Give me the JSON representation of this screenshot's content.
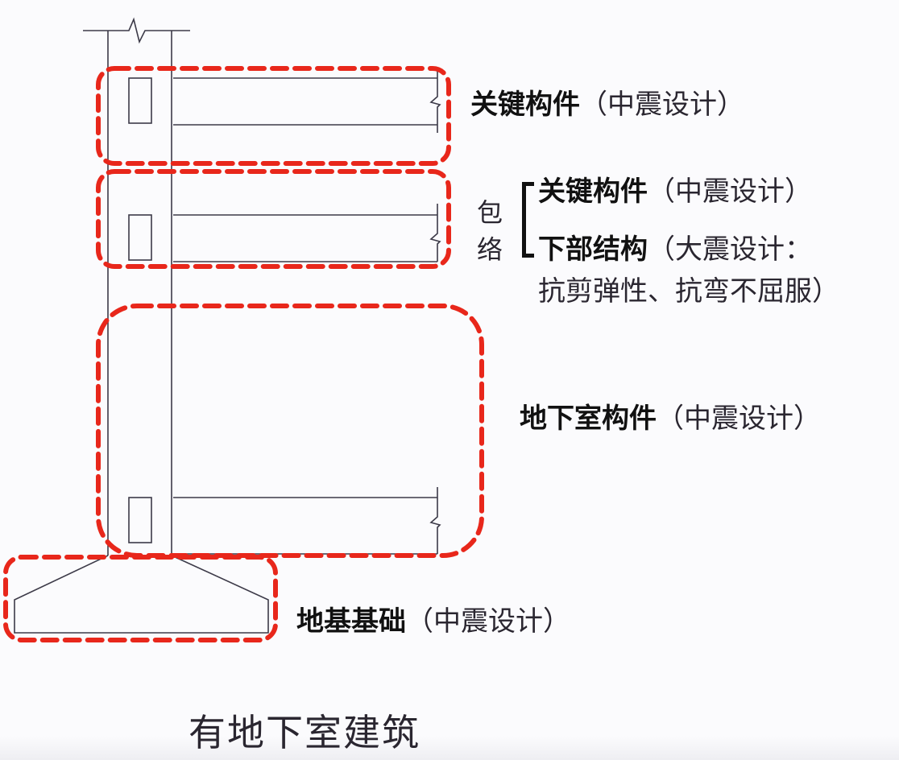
{
  "colors": {
    "background": "#fbfbfd",
    "outline": "#e8271b",
    "line": "#3c3a48",
    "text": "#111111"
  },
  "regions": [
    {
      "id": "key-members",
      "title": "关键构件",
      "note": "（中震设计）"
    },
    {
      "id": "envelope",
      "bracket_label": [
        "包",
        "络"
      ],
      "items": [
        {
          "title": "关键构件",
          "note": "（中震设计）"
        },
        {
          "title": "下部结构",
          "note": "（大震设计：",
          "note_line2": "抗剪弹性、抗弯不屈服）"
        }
      ]
    },
    {
      "id": "basement-members",
      "title": "地下室构件",
      "note": "（中震设计）"
    },
    {
      "id": "foundation",
      "title": "地基基础",
      "note": "（中震设计）"
    }
  ],
  "caption": "有地下室建筑"
}
